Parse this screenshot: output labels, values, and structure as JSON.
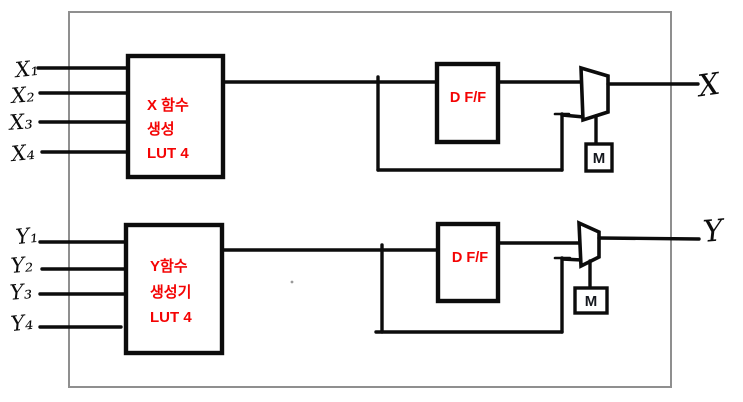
{
  "colors": {
    "accent_red": "#f40404",
    "ink_black": "#0c0c0c",
    "frame_gray": "#8f8f8f",
    "background": "#ffffff"
  },
  "circuits": [
    {
      "name": "x-function-circuit",
      "inputs": [
        "X₁",
        "X₂",
        "X₃",
        "X₄"
      ],
      "lut_lines": [
        "X 함수",
        "생성",
        "LUT 4"
      ],
      "dff_label": "D F/F",
      "mode_label": "M",
      "output_label": "X"
    },
    {
      "name": "y-function-circuit",
      "inputs": [
        "Y₁",
        "Y₂",
        "Y₃",
        "Y₄"
      ],
      "lut_lines": [
        "Y함수",
        "생성기",
        "LUT 4"
      ],
      "dff_label": "D F/F",
      "mode_label": "M",
      "output_label": "Y"
    }
  ]
}
